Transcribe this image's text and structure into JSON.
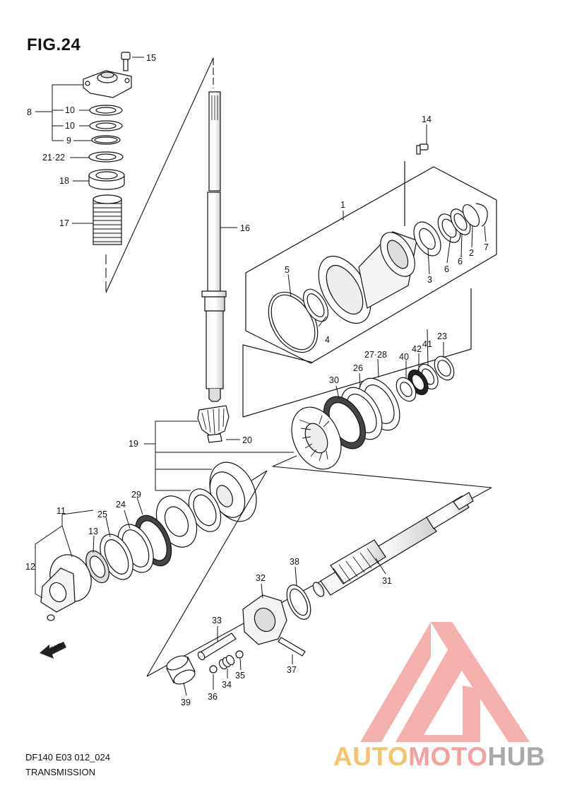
{
  "figure": {
    "title": "FIG.24"
  },
  "footer": {
    "code": "DF140 E03 012_024",
    "name": "TRANSMISSION"
  },
  "direction_arrow": {
    "label": "FWD"
  },
  "watermark": {
    "part1": "AUTO",
    "part2": "MOTO",
    "part3": "HUB",
    "colors": {
      "gold": "#f3c46c",
      "salmon": "#f2a39f",
      "gray": "#a9a9ab"
    }
  },
  "callouts": {
    "c1": "1",
    "c2": "2",
    "c3": "3",
    "c4": "4",
    "c5": "5",
    "c6a": "6",
    "c6b": "6",
    "c7": "7",
    "c8": "8",
    "c9": "9",
    "c10a": "10",
    "c10b": "10",
    "c11": "11",
    "c12": "12",
    "c13": "13",
    "c14": "14",
    "c15": "15",
    "c16": "16",
    "c17": "17",
    "c18": "18",
    "c19": "19",
    "c20": "20",
    "c21_22": "21·22",
    "c23": "23",
    "c24": "24",
    "c25": "25",
    "c26": "26",
    "c27_28": "27·28",
    "c29": "29",
    "c30": "30",
    "c31": "31",
    "c32": "32",
    "c33": "33",
    "c34": "34",
    "c35": "35",
    "c36": "36",
    "c37": "37",
    "c38": "38",
    "c39": "39",
    "c40": "40",
    "c41": "41",
    "c42": "42"
  }
}
